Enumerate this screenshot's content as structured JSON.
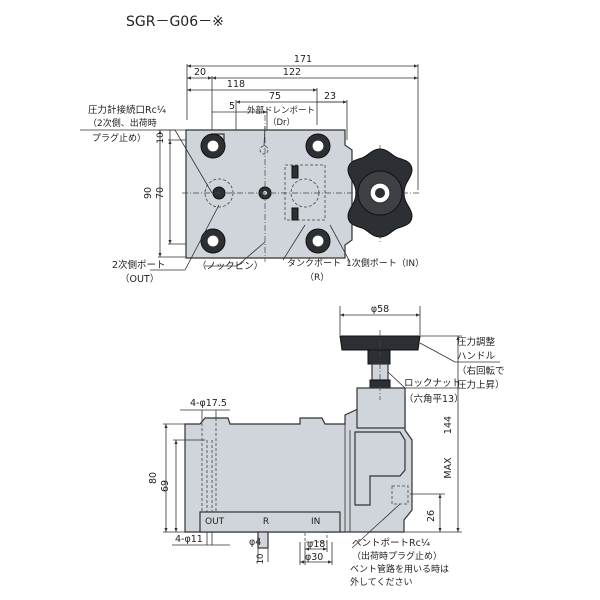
{
  "title": "SGR－G06－※",
  "top_view": {
    "dims": {
      "d171": "171",
      "d20": "20",
      "d122": "122",
      "d118": "118",
      "d5": "5",
      "d75": "75",
      "d23": "23",
      "d10": "10",
      "d90": "90",
      "d70": "70"
    },
    "labels": {
      "gauge_line1": "圧力計接続口Rc¼",
      "gauge_line2": "（2次側、出荷時",
      "gauge_line3": "プラグ止め）",
      "drain_line1": "外部ドレンポート",
      "drain_line2": "（Dr）",
      "out_line1": "2次側ポート",
      "out_line2": "（OUT）",
      "knock_pin": "（ノックピン）",
      "tank_line1": "タンクポート",
      "tank_line2": "（R）",
      "in_port": "1次側ポート（IN）"
    }
  },
  "side_view": {
    "dims": {
      "phi58": "φ58",
      "holes": "4-φ17.5",
      "d80": "80",
      "d69": "69",
      "max": "MAX",
      "d144": "144",
      "d26": "26",
      "phi11": "4-φ11",
      "phi4": "φ4",
      "d10": "10",
      "phi18": "φ18",
      "phi30": "φ30"
    },
    "labels": {
      "handle_line1": "圧力調整",
      "handle_line2": "ハンドル",
      "handle_line3": "（右回転で",
      "handle_line4": "圧力上昇）",
      "locknut_line1": "ロックナット",
      "locknut_line2": "（六角平13）",
      "port_out": "OUT",
      "port_r": "R",
      "port_in": "IN",
      "vent_line1": "ベントポートRc¼",
      "vent_line2": "（出荷時プラグ止め）",
      "vent_line3": "ベント管路を用いる時は",
      "vent_line4": "外してください"
    }
  }
}
